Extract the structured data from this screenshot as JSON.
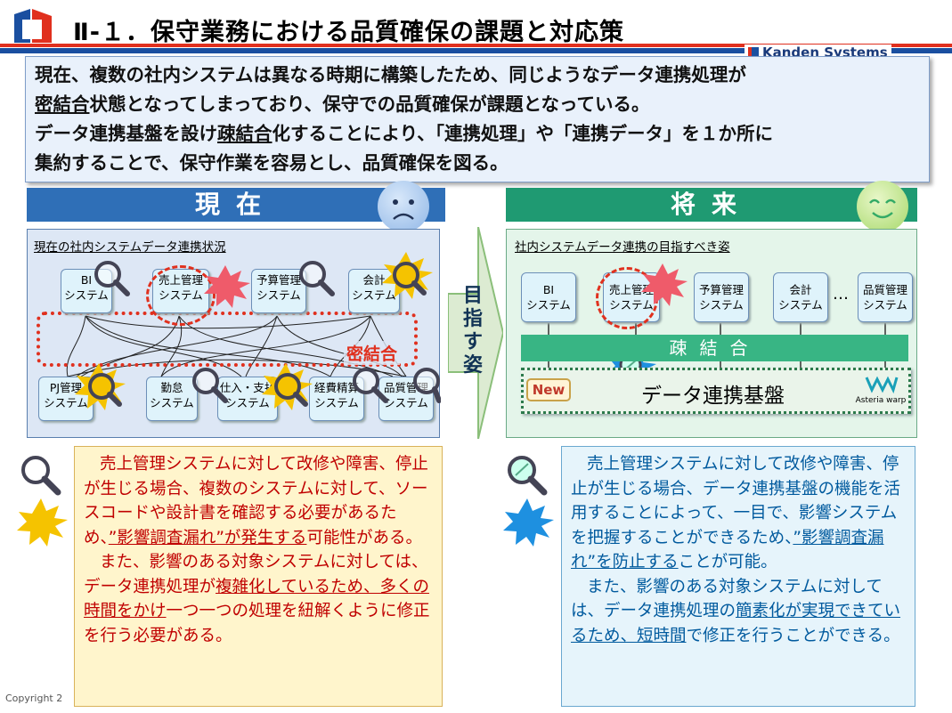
{
  "header": {
    "title": "Ⅱ-１．保守業務における品質確保の課題と対応策",
    "company": "Kanden Systems"
  },
  "intro": {
    "line1": "現在、複数の社内システムは異なる時期に構築したため、同じようなデータ連携処理が",
    "line2a": "密結合",
    "line2b": "状態となってしまっており、保守での品質確保が課題となっている。",
    "line3a": "データ連携基盤を設け",
    "line3b": "疎結合",
    "line3c": "化することにより、「連携処理」や「連携データ」を１か所に",
    "line4": "集約することで、保守作業を容易とし、品質確保を図る。"
  },
  "current": {
    "heading": "現在",
    "caption": "現在の社内システムデータ連携状況",
    "tight_label": "密結合",
    "top_systems": [
      {
        "l1": "BI",
        "l2": "システム"
      },
      {
        "l1": "売上管理",
        "l2": "システム"
      },
      {
        "l1": "予算管理",
        "l2": "システム"
      },
      {
        "l1": "会計",
        "l2": "システム"
      }
    ],
    "bottom_systems": [
      {
        "l1": "PJ管理",
        "l2": "システム"
      },
      {
        "l1": "勤怠",
        "l2": "システム"
      },
      {
        "l1": "仕入・支払",
        "l2": "システム"
      },
      {
        "l1": "経費精算",
        "l2": "システム"
      },
      {
        "l1": "品質管理",
        "l2": "システム"
      }
    ]
  },
  "arrow_text": [
    "目",
    "指",
    "す",
    "姿"
  ],
  "future": {
    "heading": "将来",
    "caption": "社内システムデータ連携の目指すべき姿",
    "systems": [
      {
        "l1": "BI",
        "l2": "システム"
      },
      {
        "l1": "売上管理",
        "l2": "システム"
      },
      {
        "l1": "予算管理",
        "l2": "システム"
      },
      {
        "l1": "会計",
        "l2": "システム"
      },
      {
        "l1": "品質管理",
        "l2": "システム"
      }
    ],
    "ellipsis": "…",
    "loose_label": "疎結合",
    "platform_label": "データ連携基盤",
    "new_badge": "New",
    "warp_logo": "Asteria warp"
  },
  "note_now": {
    "p1a": "売上管理システムに対して改修や障害、停止が生じる場合、複数のシステムに対して、ソースコードや設計書を確認する必要があるため、",
    "p1b": "”影響調査漏れ”が発生する",
    "p1c": "可能性がある。",
    "p2a": "また、影響のある対象システムに対しては、データ連携処理が",
    "p2b": "複雑化しているため、多くの時間をかけ",
    "p2c": "一つ一つの処理を紐解くように修正を行う必要がある。"
  },
  "note_future": {
    "p1a": "売上管理システムに対して改修や障害、停止が生じる場合、",
    "p1b": "データ連携基盤の機能を活用することによって、一目で、影響システムを把握することができるため、",
    "p1c": "”影響調査漏れ”を防止する",
    "p1d": "ことが可能。",
    "p2a": "また、影響のある対象システムに対しては、データ連携処理の",
    "p2b": "簡素化が実現できているため、",
    "p2c": "短時間",
    "p2d": "で修正を行うことができる。"
  },
  "copyright": "Copyright 2",
  "colors": {
    "title_blue": "#1a4fa0",
    "current_blue": "#2f6fb7",
    "future_green": "#1f9a72",
    "tight_red": "#e0301e",
    "note_now_text": "#c00000",
    "note_future_text": "#005a9e"
  }
}
